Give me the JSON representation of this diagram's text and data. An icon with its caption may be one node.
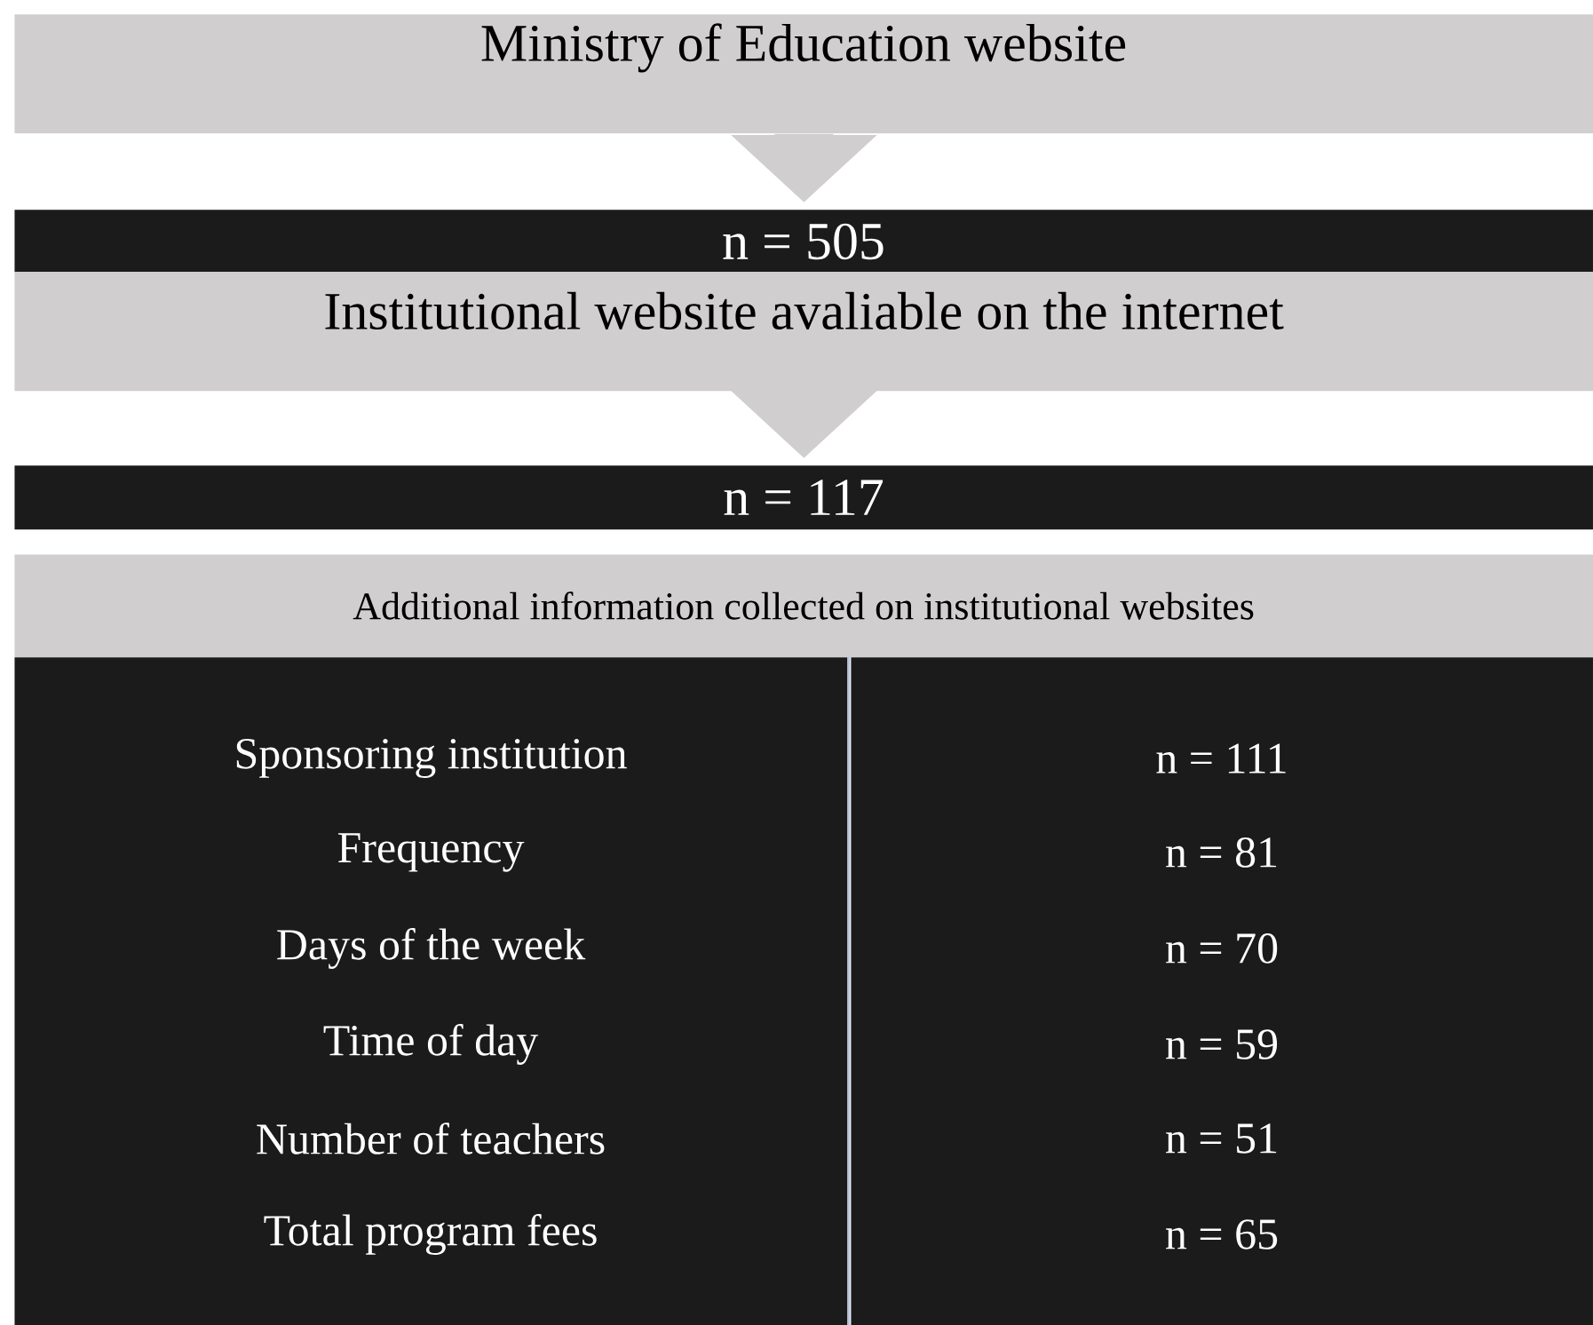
{
  "diagram": {
    "nodes": [
      {
        "text": [
          "Ministry of Education website"
        ]
      },
      {
        "text": [
          "n = 505"
        ]
      },
      {
        "text": [
          "Institutional website avaliable on the internet"
        ]
      },
      {
        "text": [
          "n = 117"
        ]
      },
      {
        "text": [
          "Additional information collected on institutional websites"
        ]
      },
      {
        "text": [
          "Sponsoring institution",
          "Frequency",
          "Days of the week",
          "Time of day",
          "Number of teachers",
          "Total program fees"
        ]
      },
      {
        "text": [
          "n = 111",
          "n = 81",
          "n = 70",
          "n = 59",
          "n = 51",
          "n = 65"
        ]
      }
    ],
    "edges": [
      {
        "from": 0,
        "to": 1,
        "arrow": "to"
      },
      {
        "from": 2,
        "to": 3,
        "arrow": "to"
      }
    ]
  }
}
